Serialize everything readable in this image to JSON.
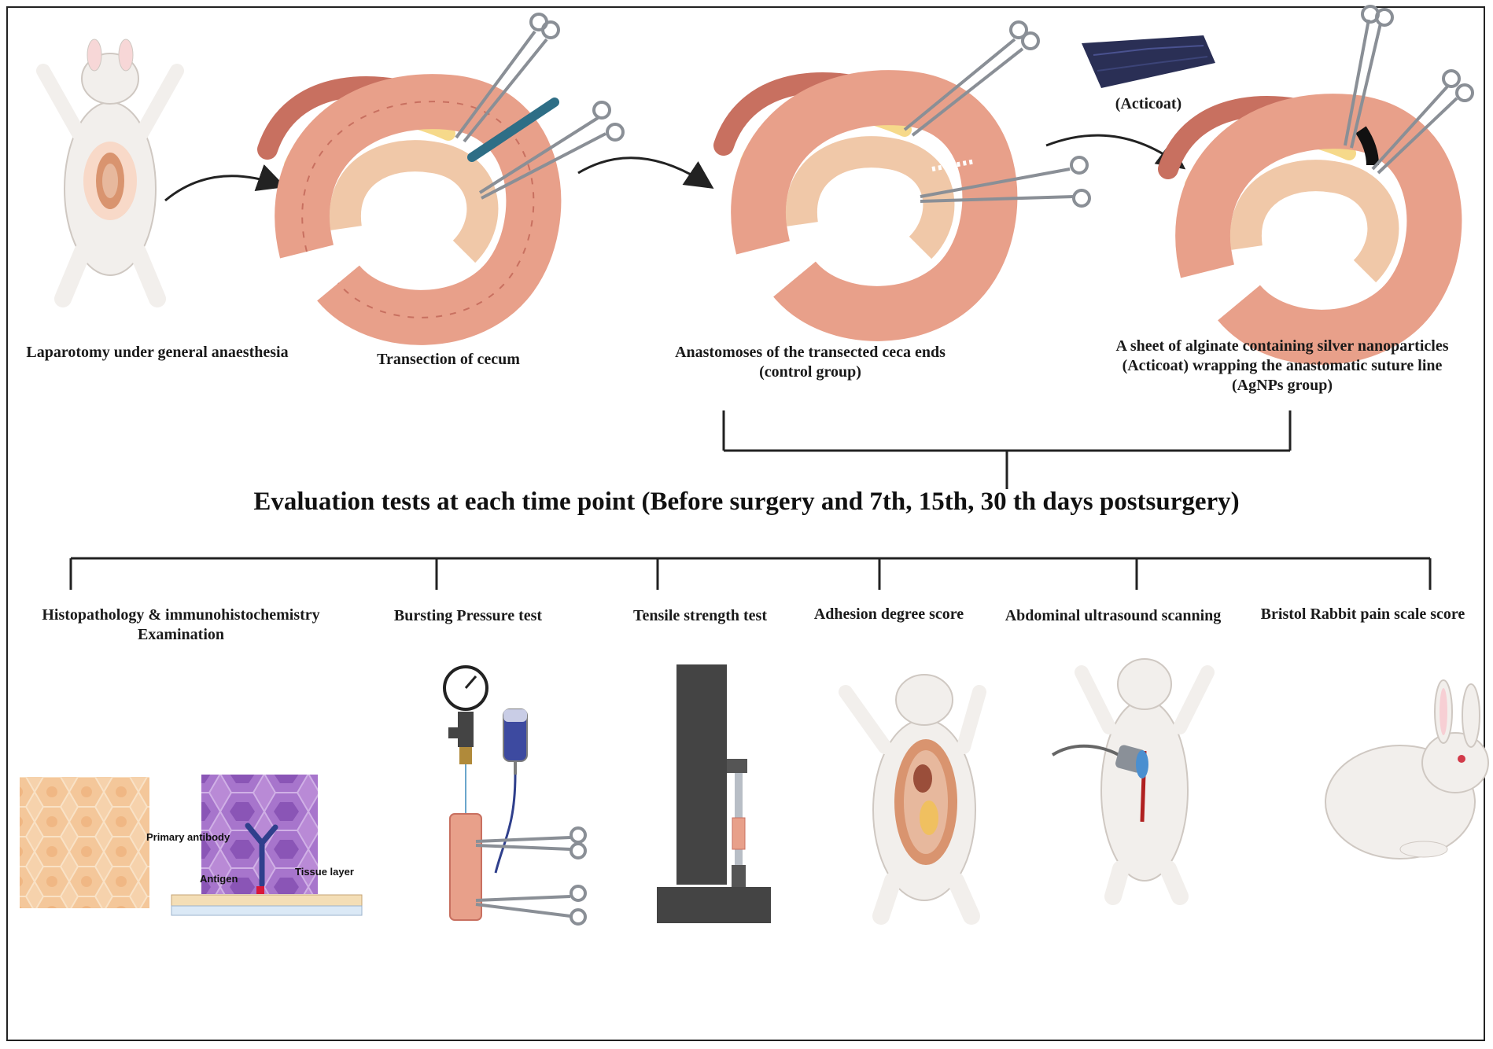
{
  "top_steps": [
    {
      "id": "step-laparotomy",
      "label": "Laparotomy under general anaesthesia"
    },
    {
      "id": "step-transection",
      "label": "Transection of cecum"
    },
    {
      "id": "step-anastomosis",
      "line1": "Anastomoses of the transected ceca ends",
      "line2": "(control group)"
    },
    {
      "id": "step-acticoat",
      "line1": "A sheet of alginate containing silver nanoparticles",
      "line2": "(Acticoat)  wrapping the anastomatic suture line",
      "line3": "(AgNPs group)"
    }
  ],
  "acticoat_label": "(Acticoat)",
  "evaluation_title": "Evaluation tests at each time point (Before surgery and 7th, 15th, 30 th days postsurgery)",
  "tests": [
    {
      "line1": "Histopathology  & immunohistochemistry",
      "line2": "Examination"
    },
    {
      "label": "Bursting Pressure test"
    },
    {
      "label": "Tensile strength test"
    },
    {
      "label": "Adhesion degree score"
    },
    {
      "label": "Abdominal ultrasound scanning"
    },
    {
      "label": "Bristol Rabbit pain scale score"
    }
  ],
  "ihc_labels": {
    "primary_antibody": "Primary antibody",
    "antigen": "Antigen",
    "tissue_layer": "Tissue layer"
  },
  "colors": {
    "intestine": "#e8a08a",
    "intestine_dark": "#c87060",
    "fat": "#f6d98a",
    "purple_tissue": "#a670c8",
    "hex_tissue": "#f4caa0",
    "machine": "#444444",
    "iv_bag": "#3d4aa0",
    "acticoat": "#2a2f55"
  },
  "icons": [
    "rabbit-icon",
    "intestine-icon",
    "forceps-icon",
    "scalpel-icon",
    "arrow-icon",
    "acticoat-sheet-icon",
    "pressure-gauge-icon",
    "iv-bag-icon",
    "tensile-machine-icon",
    "ultrasound-probe-icon",
    "tissue-hexagon-icon"
  ]
}
